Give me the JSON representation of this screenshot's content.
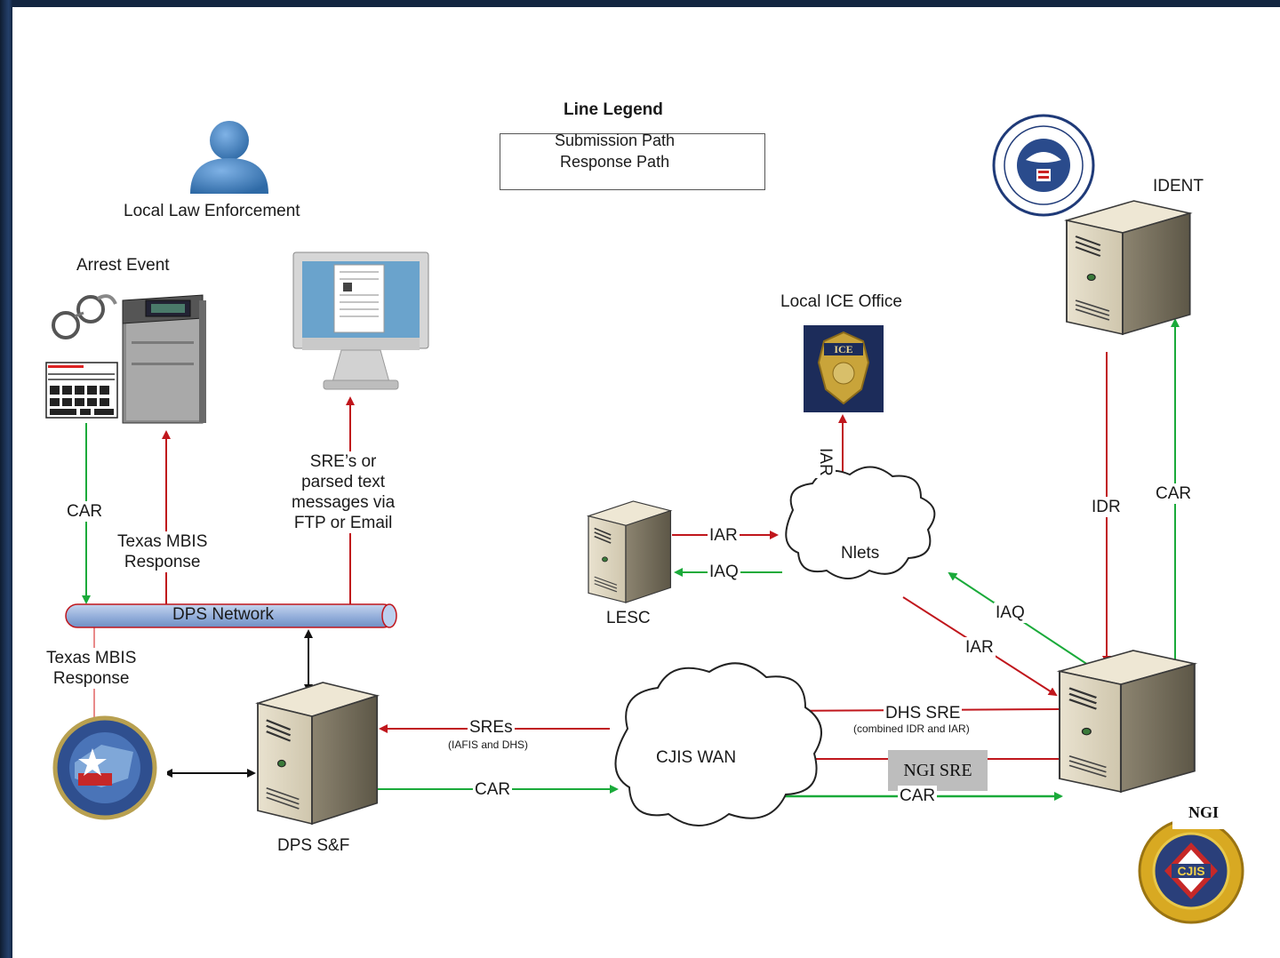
{
  "legend": {
    "title": "Line Legend",
    "submission": "Submission Path",
    "response": "Response Path",
    "submission_color": "#1aaa3a",
    "response_color": "#c0161c"
  },
  "nodes": {
    "local_law": "Local Law Enforcement",
    "arrest_event": "Arrest Event",
    "local_ice": "Local ICE Office",
    "ident": "IDENT",
    "nlets": "Nlets",
    "lesc": "LESC",
    "dps_network": "DPS Network",
    "dps_sf": "DPS S&F",
    "cjis_wan": "CJIS WAN",
    "ngi": "NGI",
    "ngi_sre": "NGI SRE"
  },
  "edges": {
    "car_left": "CAR",
    "texas_mbis_resp_1": "Texas MBIS\nResponse",
    "sre_parsed": "SRE’s or\nparsed text\nmessages via\nFTP or Email",
    "texas_mbis_resp_2": "Texas MBIS\nResponse",
    "iar_ice": "IAR",
    "iar_lesc": "IAR",
    "iaq_lesc": "IAQ",
    "iaq_ngi": "IAQ",
    "iar_ngi": "IAR",
    "idr": "IDR",
    "car_ident": "CAR",
    "dhs_sre": "DHS SRE",
    "dhs_sre_note": "(combined IDR and IAR)",
    "sres": "SREs",
    "sres_note": "(IAFIS and DHS)",
    "car_dps_wan": "CAR",
    "car_wan_ngi": "CAR"
  },
  "icons": [
    "person-icon",
    "handcuffs-icon",
    "fingerprint-card-icon",
    "livescan-kiosk-icon",
    "monitor-icon",
    "ice-badge-icon",
    "dhs-seal-icon",
    "server-icon",
    "cloud-icon",
    "texas-dps-seal-icon",
    "cjis-seal-icon"
  ]
}
